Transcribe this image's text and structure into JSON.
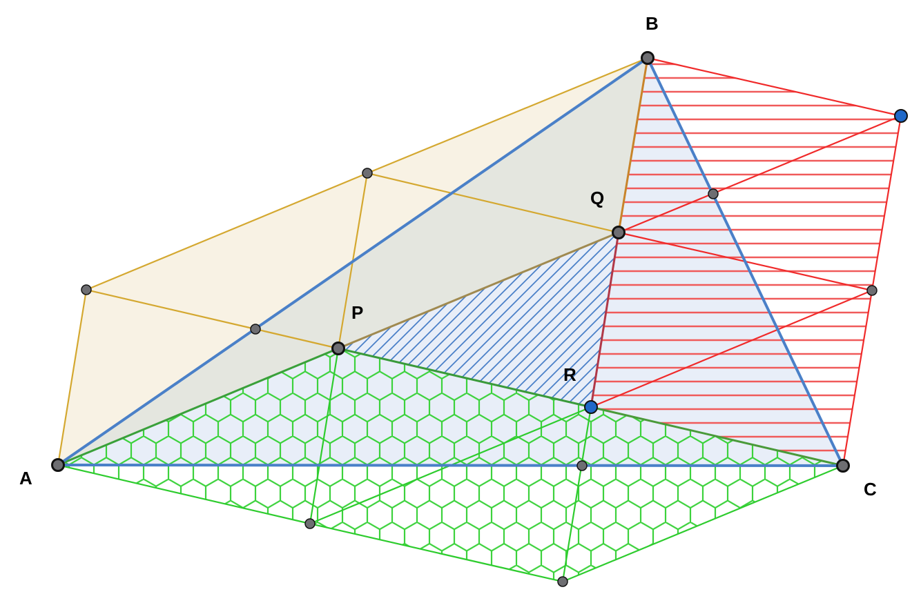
{
  "labels": {
    "A": "A",
    "B": "B",
    "C": "C",
    "P": "P",
    "Q": "Q",
    "R": "R"
  },
  "colors": {
    "triangle_stroke": "#4a80c8",
    "triangle_fill": "#e8eef8",
    "yellow_stroke": "#d4a830",
    "yellow_fill": "#f8f2e4",
    "overlap_fill": "#e4e6df",
    "red_stroke": "#f02a2a",
    "red_hatch": "#f06060",
    "green_stroke": "#2ecc2e",
    "blue_hatch": "#4a80c8",
    "point_gray": "#6e6e72",
    "point_blue": "#1f68c8"
  }
}
